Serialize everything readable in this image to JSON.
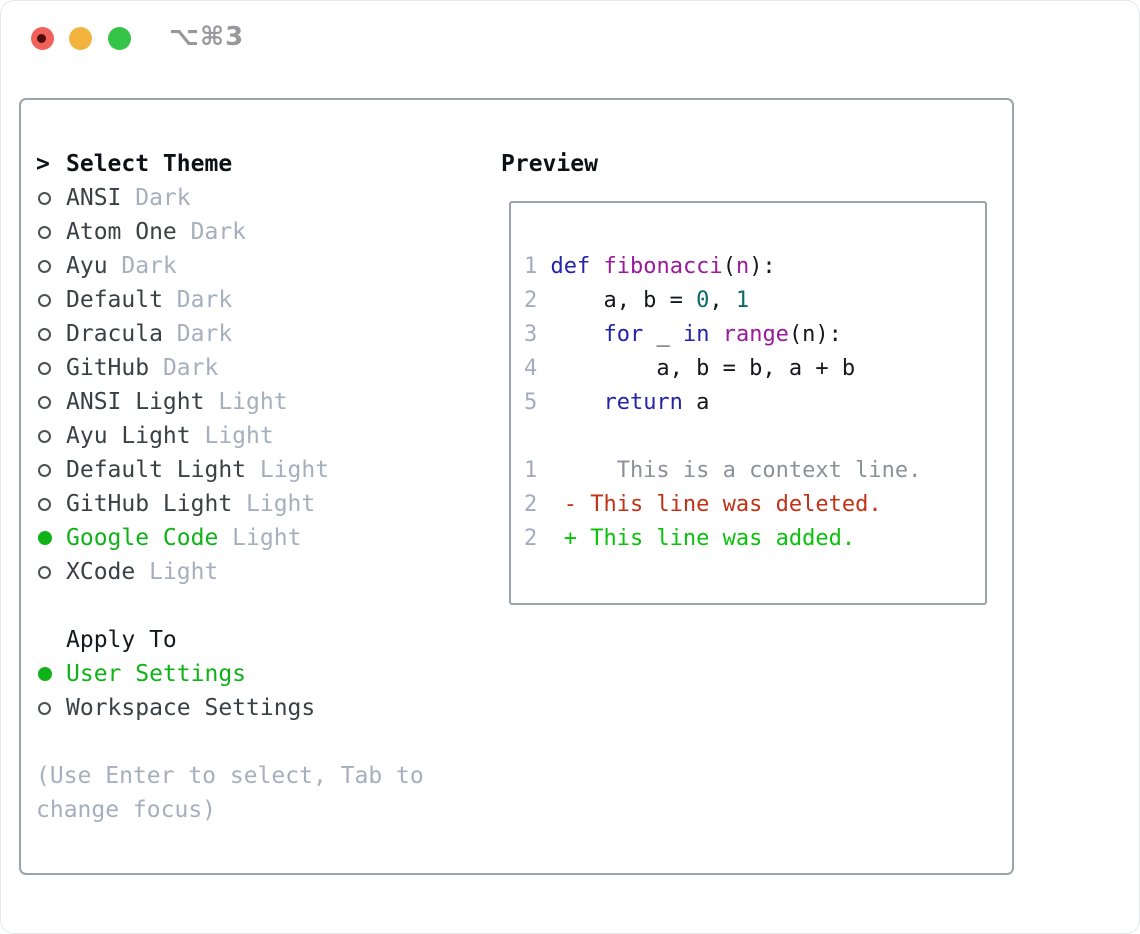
{
  "window": {
    "shortcut": "⌥⌘3",
    "traffic_lights": [
      "close",
      "minimize",
      "zoom"
    ]
  },
  "theme_picker": {
    "prompt": ">",
    "title": "Select Theme",
    "items": [
      {
        "name": "ANSI",
        "variant": "Dark",
        "selected": false
      },
      {
        "name": "Atom One",
        "variant": "Dark",
        "selected": false
      },
      {
        "name": "Ayu",
        "variant": "Dark",
        "selected": false
      },
      {
        "name": "Default",
        "variant": "Dark",
        "selected": false
      },
      {
        "name": "Dracula",
        "variant": "Dark",
        "selected": false
      },
      {
        "name": "GitHub",
        "variant": "Dark",
        "selected": false
      },
      {
        "name": "ANSI Light",
        "variant": "Light",
        "selected": false
      },
      {
        "name": "Ayu Light",
        "variant": "Light",
        "selected": false
      },
      {
        "name": "Default Light",
        "variant": "Light",
        "selected": false
      },
      {
        "name": "GitHub Light",
        "variant": "Light",
        "selected": false
      },
      {
        "name": "Google Code",
        "variant": "Light",
        "selected": true
      },
      {
        "name": "XCode",
        "variant": "Light",
        "selected": false
      }
    ],
    "apply_to": {
      "title": "Apply To",
      "options": [
        {
          "label": "User Settings",
          "selected": true
        },
        {
          "label": "Workspace Settings",
          "selected": false
        }
      ]
    },
    "help_lines": [
      "(Use Enter to select, Tab to",
      "change focus)"
    ]
  },
  "preview": {
    "title": "Preview",
    "code_lines": [
      {
        "num": "1",
        "tokens": [
          {
            "text": "def",
            "type": "keyword"
          },
          {
            "text": " ",
            "type": "plain"
          },
          {
            "text": "fibonacci",
            "type": "name"
          },
          {
            "text": "(",
            "type": "plain"
          },
          {
            "text": "n",
            "type": "name"
          },
          {
            "text": "):",
            "type": "plain"
          }
        ]
      },
      {
        "num": "2",
        "tokens": [
          {
            "text": "    a, b = ",
            "type": "plain"
          },
          {
            "text": "0",
            "type": "literal"
          },
          {
            "text": ", ",
            "type": "plain"
          },
          {
            "text": "1",
            "type": "literal"
          }
        ]
      },
      {
        "num": "3",
        "tokens": [
          {
            "text": "    ",
            "type": "plain"
          },
          {
            "text": "for",
            "type": "keyword"
          },
          {
            "text": " _ ",
            "type": "plain"
          },
          {
            "text": "in",
            "type": "keyword"
          },
          {
            "text": " ",
            "type": "plain"
          },
          {
            "text": "range",
            "type": "name"
          },
          {
            "text": "(n):",
            "type": "plain"
          }
        ]
      },
      {
        "num": "4",
        "tokens": [
          {
            "text": "        a, b = b, a + b",
            "type": "plain"
          }
        ]
      },
      {
        "num": "5",
        "tokens": [
          {
            "text": "    ",
            "type": "plain"
          },
          {
            "text": "return",
            "type": "keyword"
          },
          {
            "text": " a",
            "type": "plain"
          }
        ]
      }
    ],
    "diff_lines": [
      {
        "num": "1",
        "kind": "context",
        "text": "     This is a context line."
      },
      {
        "num": "2",
        "kind": "deleted",
        "text": " - This line was deleted."
      },
      {
        "num": "2",
        "kind": "added",
        "text": " + This line was added."
      }
    ]
  },
  "icons": {
    "radio_unselected": "circle-outline",
    "radio_selected": "filled-circle",
    "close": "red-circle-with-dot",
    "minimize": "yellow-circle",
    "zoom": "green-circle"
  },
  "colors": {
    "accent_green": "#0fb318",
    "muted_gray": "#a6afbd",
    "list_text": "#3a4046",
    "panel_border": "#9ba3ad",
    "line_number": "#a3abbe",
    "code_plain": "#14171c",
    "code_keyword": "#2424aa",
    "code_name": "#991a9b",
    "code_literal": "#0a6a6a",
    "diff_context": "#8b9199",
    "diff_deleted": "#c33214",
    "diff_added": "#0ac20a",
    "traffic_red": "#f2605a",
    "traffic_red_dot": "#4e0d0c",
    "traffic_yellow": "#f3b33e",
    "traffic_green": "#34c447",
    "shortcut_gray": "#97979c"
  }
}
